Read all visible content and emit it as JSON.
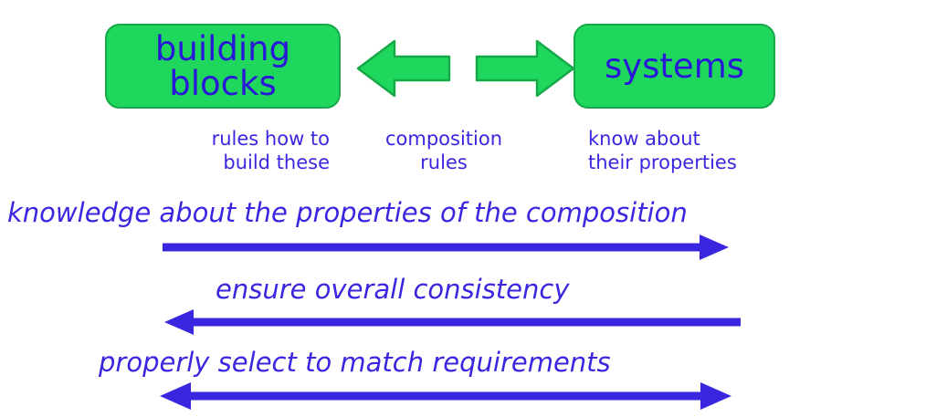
{
  "diagram": {
    "title": "building blocks and systems composition diagram",
    "colors": {
      "node_fill": "#1ed75c",
      "node_border": "#14a846",
      "text_blue": "#2a18d8",
      "caption_blue": "#3b26e0",
      "arrow_blue": "#3b26e0",
      "background": "#ffffff"
    },
    "nodes": [
      {
        "id": "building-blocks",
        "label": "building\nblocks"
      },
      {
        "id": "systems",
        "label": "systems"
      }
    ],
    "composition_arrows": {
      "left_arrow_name": "green-left-arrow",
      "right_arrow_name": "green-right-arrow"
    },
    "captions": [
      {
        "id": "caption-building-blocks",
        "text": "rules how to\nbuild these"
      },
      {
        "id": "caption-composition",
        "text": "composition\nrules"
      },
      {
        "id": "caption-systems",
        "text": "know about\ntheir properties"
      }
    ],
    "flows": [
      {
        "id": "flow-knowledge",
        "label": "knowledge about the properties of the composition",
        "direction": "right"
      },
      {
        "id": "flow-consistency",
        "label": "ensure overall consistency",
        "direction": "left"
      },
      {
        "id": "flow-requirements",
        "label": "properly select to match requirements",
        "direction": "both"
      }
    ]
  }
}
